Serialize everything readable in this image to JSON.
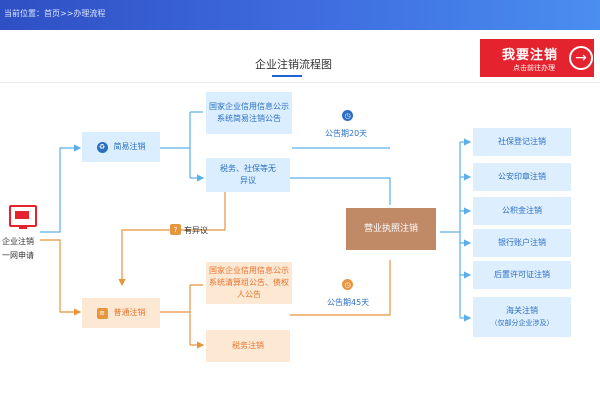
{
  "breadcrumb": {
    "text": "当前位置：首页>>办理流程"
  },
  "cta": {
    "main": "我要注销",
    "sub": "点击前往办理",
    "icon": "arrow-right-circle-icon"
  },
  "page_title": "企业注销流程图",
  "start": {
    "line1": "企业注销",
    "line2": "一网申请",
    "icon": "computer-monitor-icon"
  },
  "simple_box": {
    "label": "简易注销",
    "icon": "recycle-icon"
  },
  "general_box": {
    "label": "普通注销",
    "icon": "document-stack-icon"
  },
  "simple_steps": [
    "国家企业信用信息公示系统简易注销公告",
    "税务、社保等无异议"
  ],
  "general_steps": [
    "国家企业信用信息公示系统清算组公告、债权人公告",
    "税务注销"
  ],
  "objection": {
    "label": "有异议",
    "icon": "question-mark-icon"
  },
  "period_simple": {
    "label": "公告期20天",
    "icon": "clock-icon"
  },
  "period_general": {
    "label": "公告期45天",
    "icon": "clock-icon"
  },
  "license_box": {
    "label": "营业执照注销"
  },
  "right_items": [
    "社保登记注销",
    "公安印章注销",
    "公积金注销",
    "银行账户注销",
    "后置许可证注销",
    "海关注销"
  ],
  "customs_note": "（仅部分企业涉及）",
  "colors": {
    "blue_line": "#5ab0e6",
    "orange_line": "#e8953f",
    "brand_red": "#e4232e",
    "header_blue": "#3f6ee0"
  }
}
